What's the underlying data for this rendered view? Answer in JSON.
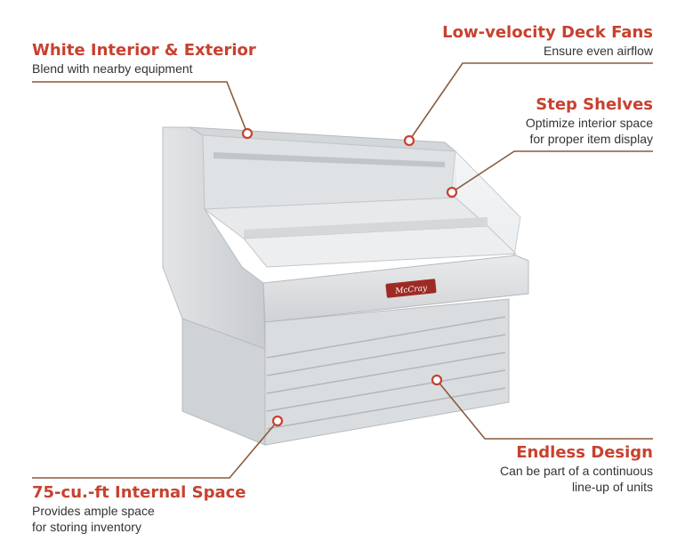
{
  "callouts": {
    "white_interior": {
      "title": "White Interior & Exterior",
      "lines": [
        "Blend with nearby equipment"
      ]
    },
    "deck_fans": {
      "title": "Low-velocity Deck Fans",
      "lines": [
        "Ensure even airflow"
      ]
    },
    "step_shelves": {
      "title": "Step Shelves",
      "lines": [
        "Optimize interior space",
        "for proper item display"
      ]
    },
    "endless_design": {
      "title": "Endless Design",
      "lines": [
        "Can be part of a continuous",
        "line-up of units"
      ]
    },
    "internal_space": {
      "title": "75-cu.-ft Internal Space",
      "lines": [
        "Provides ample space",
        "for storing inventory"
      ]
    }
  },
  "product": {
    "logo_text": "McCray"
  },
  "colors": {
    "accent": "#c8412f",
    "leader": "#8a5a3c",
    "dot_fill": "#ffffff"
  }
}
